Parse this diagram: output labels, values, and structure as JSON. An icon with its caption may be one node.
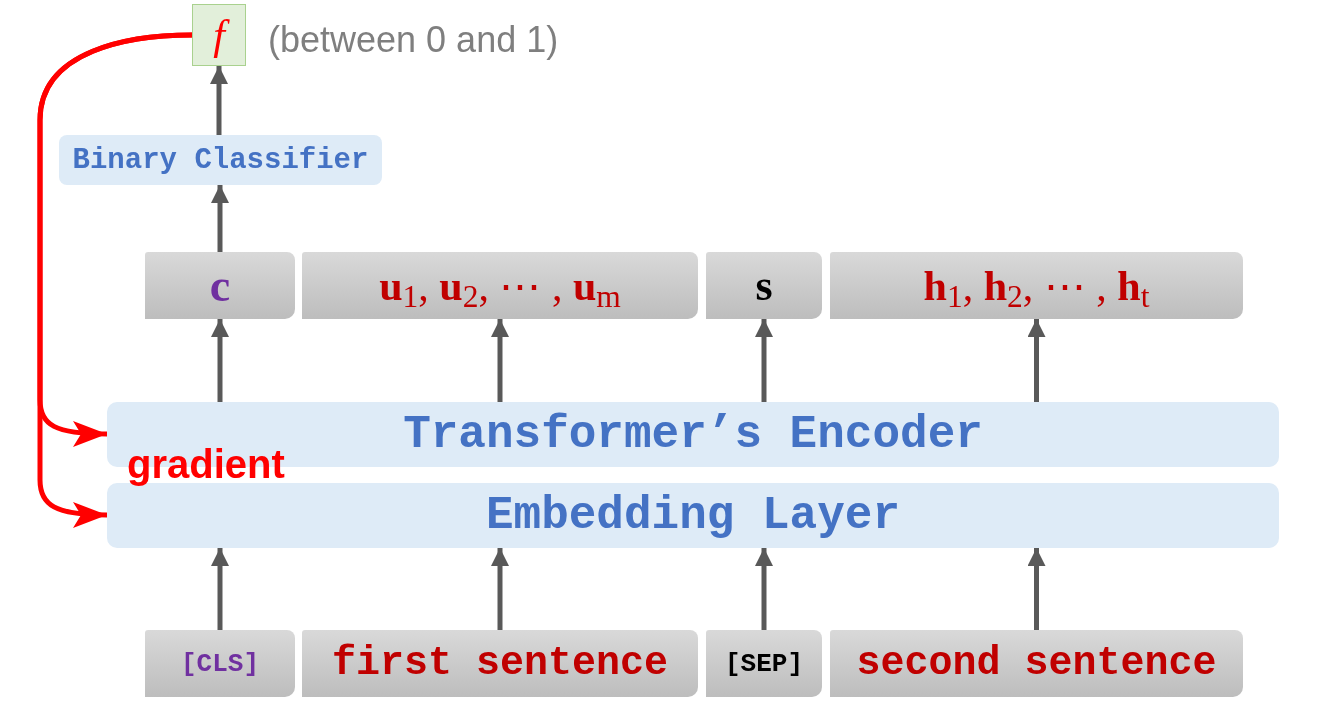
{
  "diagram": {
    "nodes": [
      {
        "text": [
          "f"
        ],
        "beside": [
          "(between 0 and 1)"
        ]
      },
      {
        "text": [
          "Binary Classifier"
        ]
      },
      {
        "text": [
          "c"
        ]
      },
      {
        "text": [
          "**u**$_{1}$, **u**$_{2}$, ⋯ , **u**$_{m}$"
        ]
      },
      {
        "text": [
          "s"
        ]
      },
      {
        "text": [
          "**h**$_{1}$, **h**$_{2}$, ⋯ , **h**$_{t}$"
        ]
      },
      {
        "text": [
          "Transformer’s Encoder"
        ]
      },
      {
        "text": [
          "Embedding Layer"
        ]
      },
      {
        "text": [
          "[CLS]"
        ]
      },
      {
        "text": [
          "first sentence"
        ]
      },
      {
        "text": [
          "[SEP]"
        ]
      },
      {
        "text": [
          "second sentence"
        ]
      }
    ],
    "edges": [
      {
        "from": 8,
        "to": 7,
        "arrow": "to"
      },
      {
        "from": 9,
        "to": 7,
        "arrow": "to"
      },
      {
        "from": 10,
        "to": 7,
        "arrow": "to"
      },
      {
        "from": 11,
        "to": 7,
        "arrow": "to"
      },
      {
        "from": 6,
        "to": 2,
        "arrow": "to"
      },
      {
        "from": 6,
        "to": 3,
        "arrow": "to"
      },
      {
        "from": 6,
        "to": 4,
        "arrow": "to"
      },
      {
        "from": 6,
        "to": 5,
        "arrow": "to"
      },
      {
        "from": 2,
        "to": 1,
        "arrow": "to"
      },
      {
        "from": 1,
        "to": 0,
        "arrow": "to"
      },
      {
        "from": 0,
        "to": 6,
        "arrow": "to",
        "color": "#ff0000"
      },
      {
        "from": 0,
        "to": 7,
        "arrow": "to",
        "label": "gradient",
        "color": "#ff0000"
      }
    ]
  }
}
